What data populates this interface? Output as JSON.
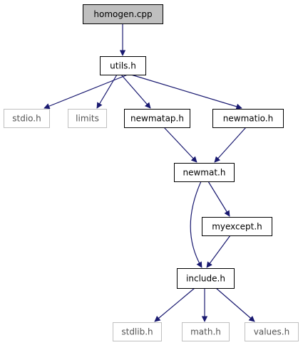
{
  "graph": {
    "colors": {
      "root_fill": "#bfbfbf",
      "solid_border": "#000000",
      "external_border": "#bfbfbf",
      "external_text": "#545454",
      "text": "#000000",
      "edge": "#191970"
    },
    "nodes": {
      "homogen": {
        "label": "homogen.cpp",
        "kind": "root"
      },
      "utils": {
        "label": "utils.h",
        "kind": "local"
      },
      "stdio": {
        "label": "stdio.h",
        "kind": "external"
      },
      "limits": {
        "label": "limits",
        "kind": "external"
      },
      "newmatap": {
        "label": "newmatap.h",
        "kind": "local"
      },
      "newmatio": {
        "label": "newmatio.h",
        "kind": "local"
      },
      "newmat": {
        "label": "newmat.h",
        "kind": "local"
      },
      "myexcept": {
        "label": "myexcept.h",
        "kind": "local"
      },
      "include": {
        "label": "include.h",
        "kind": "local"
      },
      "stdlib": {
        "label": "stdlib.h",
        "kind": "external"
      },
      "math": {
        "label": "math.h",
        "kind": "external"
      },
      "values": {
        "label": "values.h",
        "kind": "external"
      }
    },
    "edges": [
      [
        "homogen",
        "utils"
      ],
      [
        "utils",
        "stdio"
      ],
      [
        "utils",
        "limits"
      ],
      [
        "utils",
        "newmatap"
      ],
      [
        "utils",
        "newmatio"
      ],
      [
        "newmatap",
        "newmat"
      ],
      [
        "newmatio",
        "newmat"
      ],
      [
        "newmat",
        "myexcept"
      ],
      [
        "newmat",
        "include"
      ],
      [
        "myexcept",
        "include"
      ],
      [
        "include",
        "stdlib"
      ],
      [
        "include",
        "math"
      ],
      [
        "include",
        "values"
      ]
    ]
  }
}
